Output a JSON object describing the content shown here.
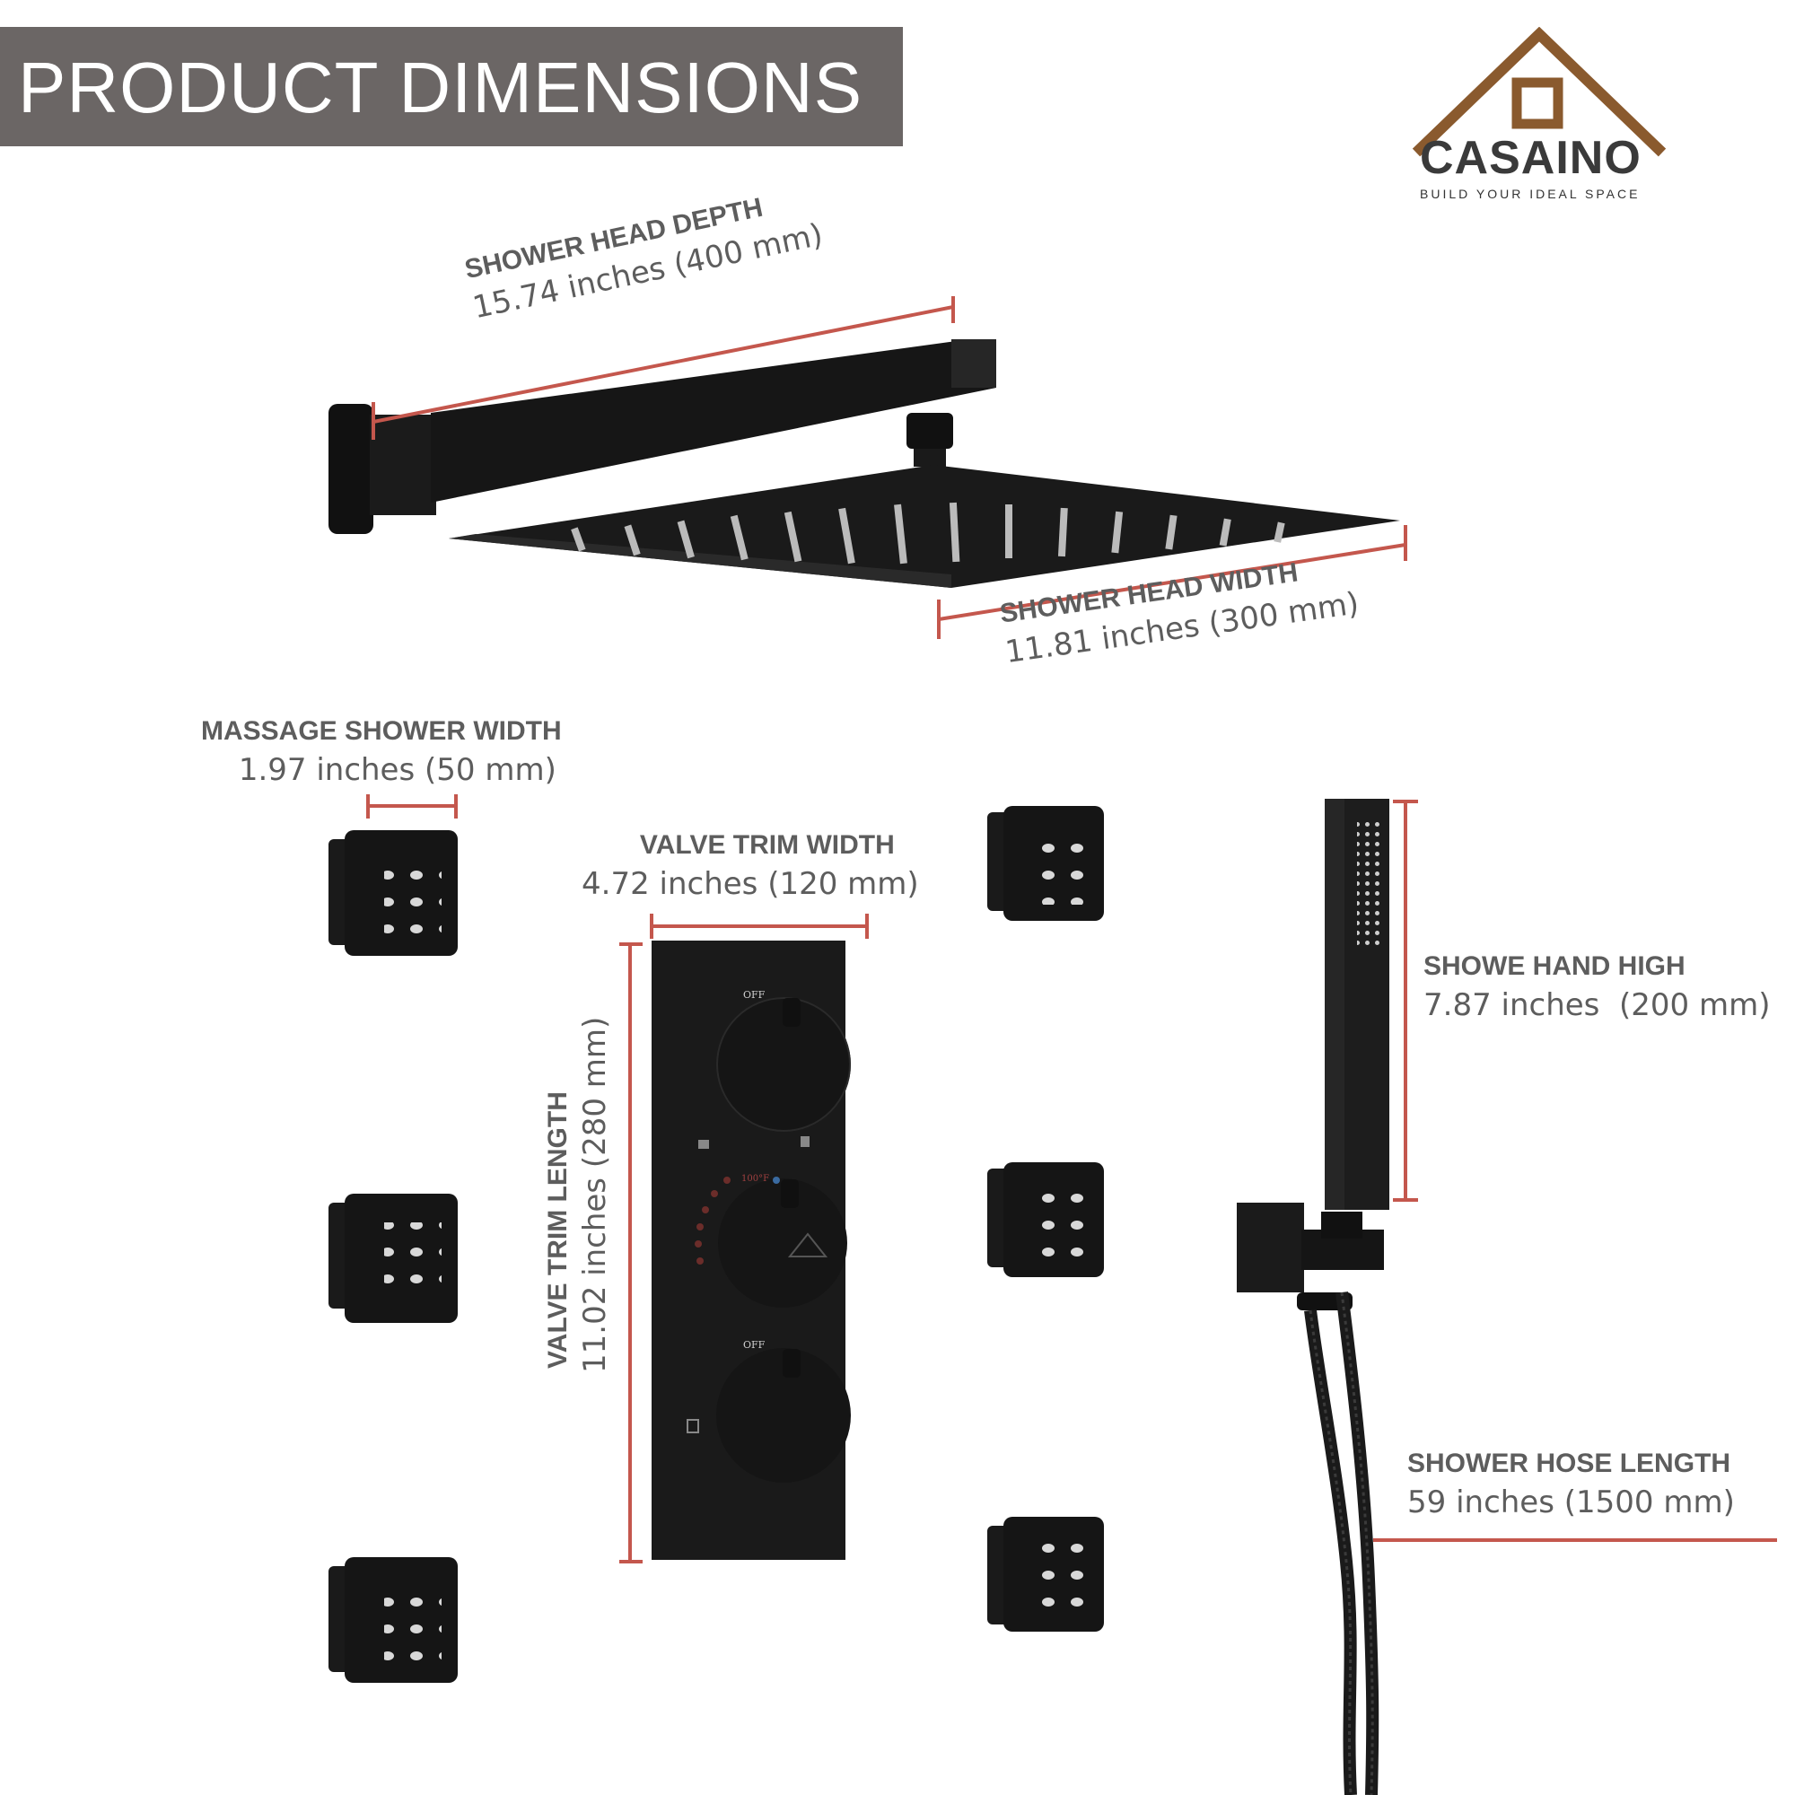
{
  "header": {
    "title": "PRODUCT DIMENSIONS"
  },
  "brand": {
    "name": "CASAINO",
    "tagline": "BUILD YOUR IDEAL SPACE",
    "accent": "#8a5a2e"
  },
  "colors": {
    "dimension_line": "#c4574d",
    "label_text": "#5d5d5d",
    "product": "#151515",
    "banner": "#6b6665"
  },
  "dimensions": {
    "shower_head_depth": {
      "label": "SHOWER HEAD DEPTH",
      "value": "15.74 inches (400 mm)"
    },
    "shower_head_width": {
      "label": "SHOWER HEAD WIDTH",
      "value": "11.81 inches (300 mm)"
    },
    "massage_shower_width": {
      "label": "MASSAGE SHOWER WIDTH",
      "value": "1.97 inches (50 mm)"
    },
    "valve_trim_width": {
      "label": "VALVE TRIM WIDTH",
      "value": "4.72 inches (120 mm)"
    },
    "valve_trim_length": {
      "label": "VALVE TRIM LENGTH",
      "value": "11.02 inches (280 mm)"
    },
    "shower_hand_high": {
      "label": "SHOWE HAND HIGH",
      "value": "7.87 inches  (200 mm)"
    },
    "shower_hose_length": {
      "label": "SHOWER HOSE LENGTH",
      "value": "59 inches (1500 mm)"
    }
  },
  "valve_panel": {
    "off_top": "OFF",
    "temp": "100°F",
    "off_bottom": "OFF"
  }
}
